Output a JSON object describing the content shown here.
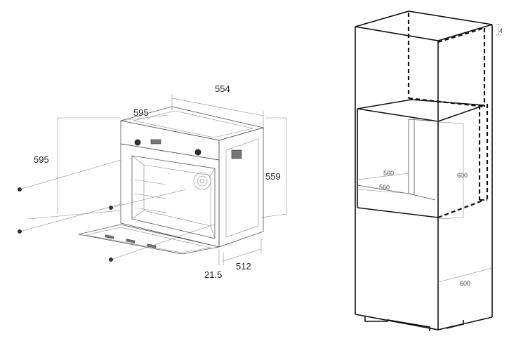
{
  "oven": {
    "top_depth": "554",
    "top_width": "595",
    "front_height": "595",
    "side_height": "559",
    "door_offset": "21.5",
    "body_depth": "512"
  },
  "cabinet": {
    "top_gap": "4",
    "niche_depth_upper": "560",
    "niche_depth_lower": "560",
    "niche_height": "600",
    "cabinet_width": "600"
  }
}
